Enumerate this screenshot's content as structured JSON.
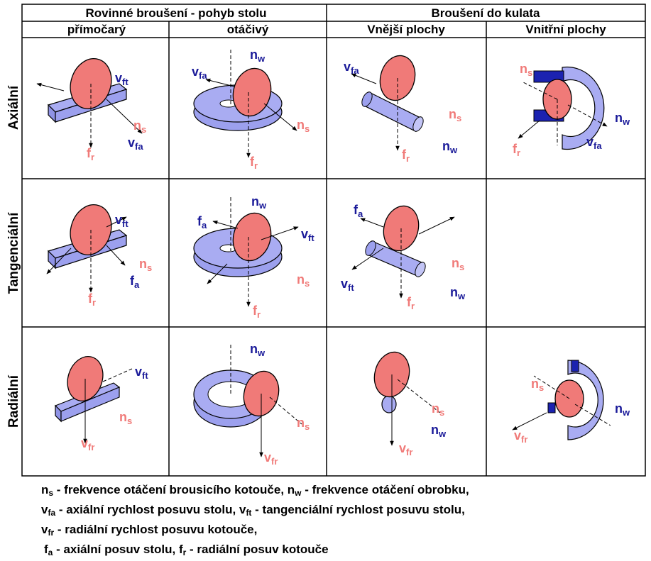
{
  "colors": {
    "wheel": "#f07a78",
    "work": "#a9acf2",
    "blue_label": "#1a1a99",
    "red_label": "#f07a78",
    "dark_slot": "#1b22b0"
  },
  "headers": {
    "group1": "Rovinné broušení - pohyb stolu",
    "group2": "Broušení do kulata",
    "col1": "přímočarý",
    "col2": "otáčivý",
    "col3": "Vnější plochy",
    "col4": "Vnitřní plochy"
  },
  "rows": [
    "Axiální",
    "Tangenciální",
    "Radiální"
  ],
  "symbols": {
    "ns": {
      "main": "n",
      "sub": "s"
    },
    "nw": {
      "main": "n",
      "sub": "w"
    },
    "vfa": {
      "main": "v",
      "sub": "fa"
    },
    "vft": {
      "main": "v",
      "sub": "ft"
    },
    "vfr": {
      "main": "v",
      "sub": "fr"
    },
    "fa": {
      "main": "f",
      "sub": "a"
    },
    "fr": {
      "main": "f",
      "sub": "r"
    }
  },
  "legend": {
    "l1": {
      "s1": "n",
      "s1sub": "s",
      "t1": " - frekvence otáčení brousicího kotouče, ",
      "s2": "n",
      "s2sub": "w",
      "t2": " - frekvence otáčení obrobku,"
    },
    "l2": {
      "s1": "v",
      "s1sub": "fa",
      "t1": " - axiální rychlost posuvu stolu, ",
      "s2": "v",
      "s2sub": "ft",
      "t2": " - tangenciální rychlost posuvu stolu,"
    },
    "l3": {
      "s1": "v",
      "s1sub": "fr",
      "t1": " - radiální rychlost posuvu kotouče,"
    },
    "l4": {
      "s1": "f",
      "s1sub": "a",
      "t1": " - axiální posuv stolu, ",
      "s2": "f",
      "s2sub": "r",
      "t2": " - radiální posuv kotouče"
    }
  }
}
